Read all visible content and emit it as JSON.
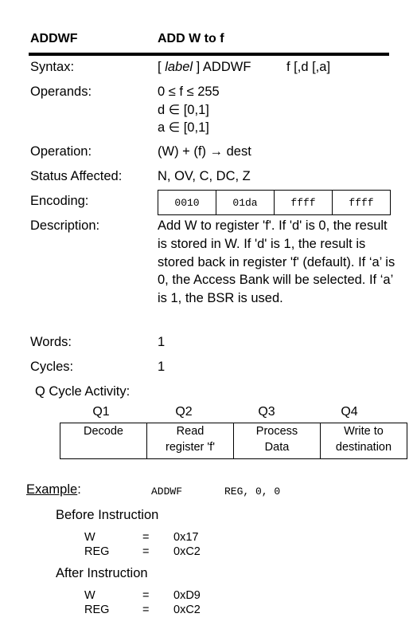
{
  "header": {
    "mnemonic": "ADDWF",
    "title": "ADD W to f"
  },
  "syntax": {
    "label": "Syntax:",
    "open": "[",
    "label_italic": "label",
    "close_mnemonic": "] ADDWF",
    "operands": "f [,d [,a]"
  },
  "operands": {
    "label": "Operands:",
    "lines": [
      "0 ≤ f ≤ 255",
      "d ∈ [0,1]",
      "a ∈ [0,1]"
    ]
  },
  "operation": {
    "label": "Operation:",
    "value": "(W) + (f) → dest"
  },
  "status": {
    "label": "Status Affected:",
    "value": "N, OV, C, DC, Z"
  },
  "encoding": {
    "label": "Encoding:",
    "cells": [
      "0010",
      "01da",
      "ffff",
      "ffff"
    ]
  },
  "description": {
    "label": "Description:",
    "text": "Add W to register 'f'. If 'd' is 0, the result is stored in W. If 'd' is 1, the result is stored back in register 'f' (default). If ‘a’ is 0, the Access Bank will be selected. If ‘a’ is 1, the BSR is used."
  },
  "words": {
    "label": "Words:",
    "value": "1"
  },
  "cycles": {
    "label": "Cycles:",
    "value": "1"
  },
  "q_cycle": {
    "label": "Q Cycle Activity:",
    "headers": [
      "Q1",
      "Q2",
      "Q3",
      "Q4"
    ],
    "cells": [
      [
        "Decode"
      ],
      [
        "Read",
        "register 'f'"
      ],
      [
        "Process",
        "Data"
      ],
      [
        "Write to",
        "destination"
      ]
    ]
  },
  "example": {
    "label": "Example",
    "colon": ":",
    "instruction": "ADDWF",
    "args": "REG, 0, 0",
    "before_label": "Before Instruction",
    "before": [
      {
        "name": "W",
        "eq": "=",
        "value": "0x17"
      },
      {
        "name": "REG",
        "eq": "=",
        "value": "0xC2"
      }
    ],
    "after_label": "After Instruction",
    "after": [
      {
        "name": "W",
        "eq": "=",
        "value": "0xD9"
      },
      {
        "name": "REG",
        "eq": "=",
        "value": "0xC2"
      }
    ]
  }
}
